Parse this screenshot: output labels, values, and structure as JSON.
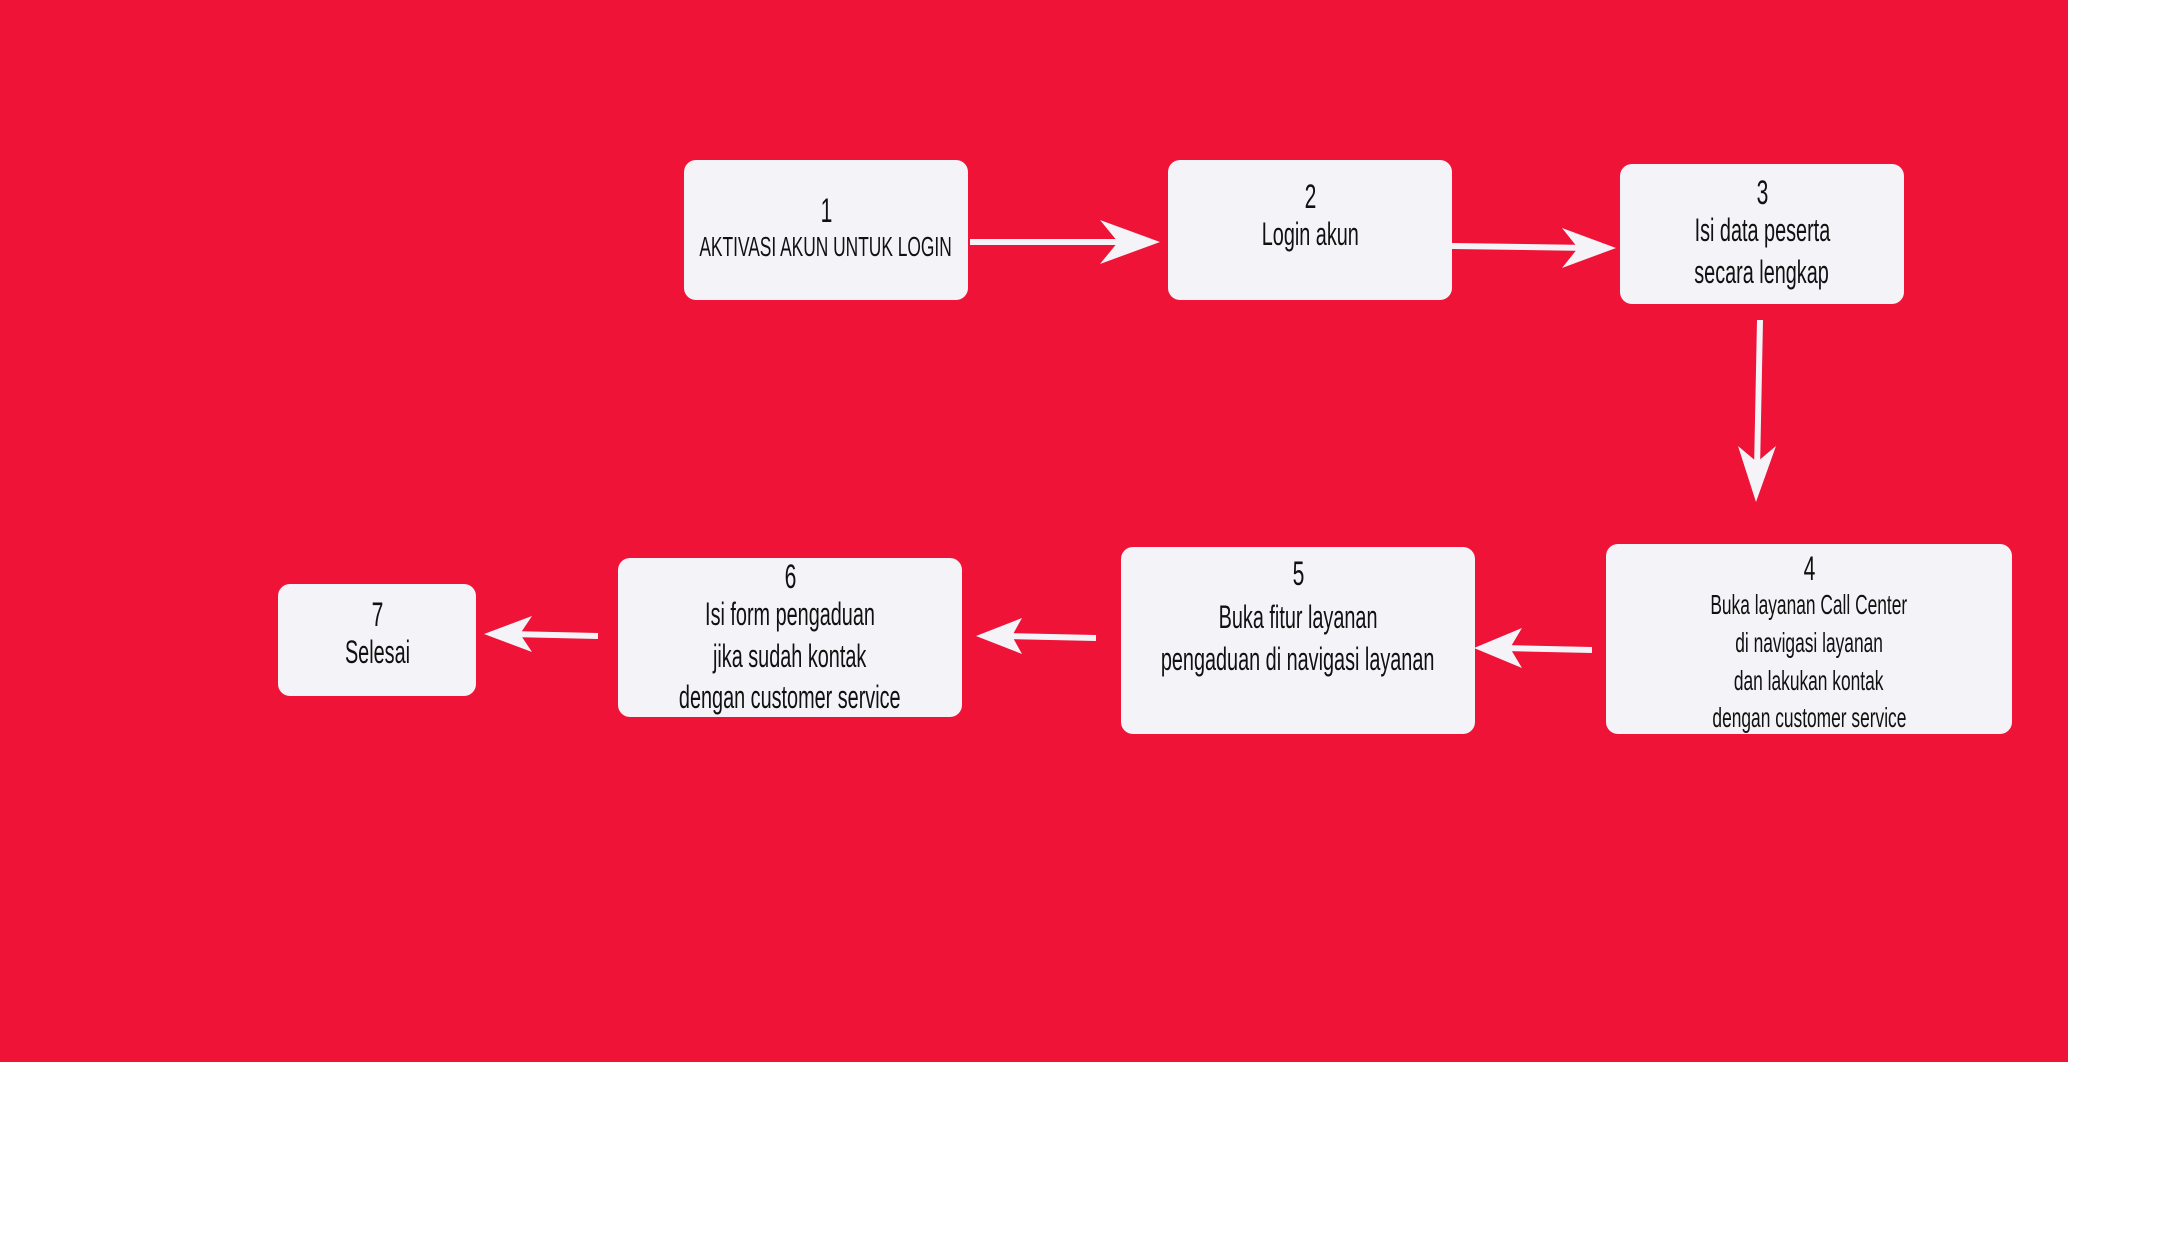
{
  "colors": {
    "background": "#ee1337",
    "box": "#f4f4f8",
    "arrow": "#f4f4f8",
    "text": "#111111"
  },
  "steps": [
    {
      "number": "1",
      "lines": [
        "AKTIVASI AKUN UNTUK LOGIN"
      ]
    },
    {
      "number": "2",
      "lines": [
        "Login akun"
      ]
    },
    {
      "number": "3",
      "lines": [
        "Isi data peserta",
        "secara lengkap"
      ]
    },
    {
      "number": "4",
      "lines": [
        "Buka layanan Call Center",
        "di navigasi layanan",
        "dan lakukan kontak",
        "dengan customer service"
      ]
    },
    {
      "number": "5",
      "lines": [
        "Buka fitur layanan",
        "pengaduan di navigasi layanan"
      ]
    },
    {
      "number": "6",
      "lines": [
        "Isi form pengaduan",
        "jika sudah kontak",
        "dengan customer service"
      ]
    },
    {
      "number": "7",
      "lines": [
        "Selesai"
      ]
    }
  ]
}
